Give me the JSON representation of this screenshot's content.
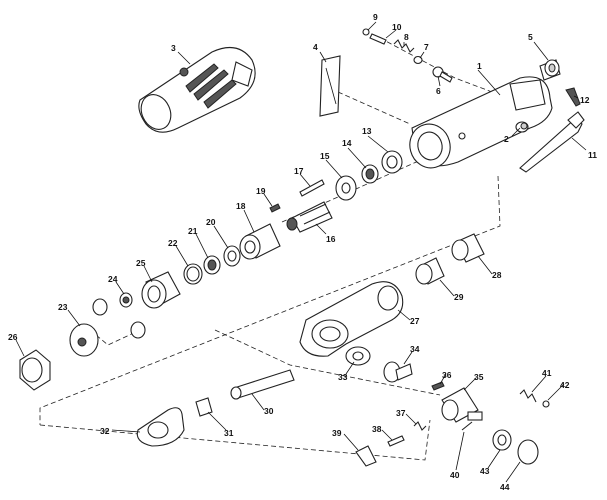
{
  "diagram": {
    "callouts": [
      {
        "id": "c1",
        "label": "1"
      },
      {
        "id": "c2",
        "label": "2"
      },
      {
        "id": "c3",
        "label": "3"
      },
      {
        "id": "c4",
        "label": "4"
      },
      {
        "id": "c5",
        "label": "5"
      },
      {
        "id": "c6",
        "label": "6"
      },
      {
        "id": "c7",
        "label": "7"
      },
      {
        "id": "c8",
        "label": "8"
      },
      {
        "id": "c9",
        "label": "9"
      },
      {
        "id": "c10",
        "label": "10"
      },
      {
        "id": "c11",
        "label": "11"
      },
      {
        "id": "c12",
        "label": "12"
      },
      {
        "id": "c13",
        "label": "13"
      },
      {
        "id": "c14",
        "label": "14"
      },
      {
        "id": "c15",
        "label": "15"
      },
      {
        "id": "c16",
        "label": "16"
      },
      {
        "id": "c17",
        "label": "17"
      },
      {
        "id": "c18",
        "label": "18"
      },
      {
        "id": "c19",
        "label": "19"
      },
      {
        "id": "c20",
        "label": "20"
      },
      {
        "id": "c21",
        "label": "21"
      },
      {
        "id": "c22",
        "label": "22"
      },
      {
        "id": "c23",
        "label": "23"
      },
      {
        "id": "c24",
        "label": "24"
      },
      {
        "id": "c25",
        "label": "25"
      },
      {
        "id": "c26",
        "label": "26"
      },
      {
        "id": "c27",
        "label": "27"
      },
      {
        "id": "c28",
        "label": "28"
      },
      {
        "id": "c29",
        "label": "29"
      },
      {
        "id": "c30",
        "label": "30"
      },
      {
        "id": "c31",
        "label": "31"
      },
      {
        "id": "c32",
        "label": "32"
      },
      {
        "id": "c33",
        "label": "33"
      },
      {
        "id": "c34",
        "label": "34"
      },
      {
        "id": "c35",
        "label": "35"
      },
      {
        "id": "c36",
        "label": "36"
      },
      {
        "id": "c37",
        "label": "37"
      },
      {
        "id": "c38",
        "label": "38"
      },
      {
        "id": "c39",
        "label": "39"
      },
      {
        "id": "c40",
        "label": "40"
      },
      {
        "id": "c41",
        "label": "41"
      },
      {
        "id": "c42",
        "label": "42"
      },
      {
        "id": "c43",
        "label": "43"
      },
      {
        "id": "c44",
        "label": "44"
      }
    ]
  }
}
